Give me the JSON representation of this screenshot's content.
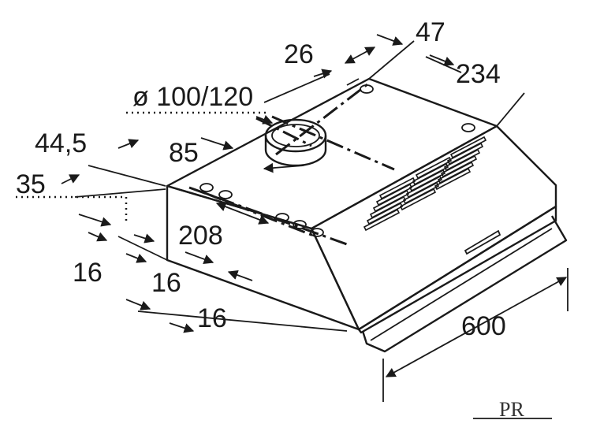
{
  "diagram": {
    "dimensions": {
      "d26": "26",
      "d47": "47",
      "d234": "234",
      "d100_120": "ø 100/120",
      "d85": "85",
      "d44_5": "44,5",
      "d35": "35",
      "d208": "208",
      "d16_a": "16",
      "d16_b": "16",
      "d16_c": "16",
      "d600": "600"
    },
    "logo": "PR"
  }
}
